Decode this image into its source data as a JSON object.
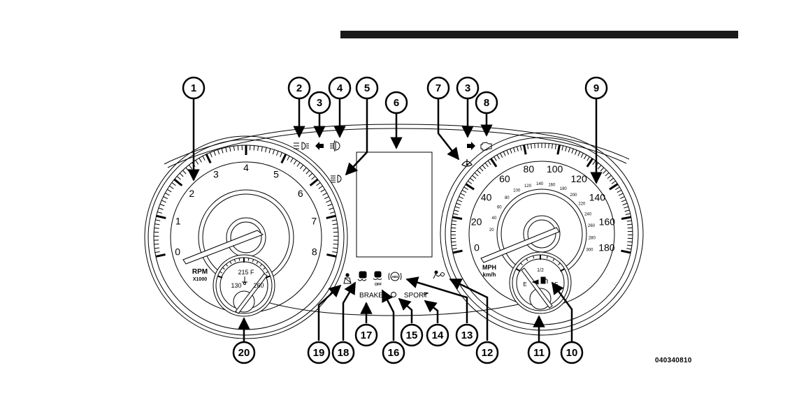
{
  "callouts": [
    "1",
    "2",
    "3",
    "4",
    "5",
    "6",
    "7",
    "3",
    "8",
    "9",
    "20",
    "19",
    "18",
    "17",
    "16",
    "15",
    "14",
    "13",
    "12",
    "11",
    "10"
  ],
  "tach": {
    "ticks": [
      "0",
      "1",
      "2",
      "3",
      "4",
      "5",
      "6",
      "7",
      "8"
    ],
    "unit": "RPM",
    "multiplier": "X1000"
  },
  "temp_gauge": {
    "low": "130",
    "mid": "215 F",
    "high": "260"
  },
  "speedo": {
    "mph_ticks": [
      "0",
      "20",
      "40",
      "60",
      "80",
      "100",
      "120",
      "140",
      "160",
      "180"
    ],
    "kmh_ticks": [
      "20",
      "40",
      "60",
      "80",
      "100",
      "120",
      "140",
      "160",
      "180",
      "200",
      "220",
      "240",
      "260",
      "280",
      "300"
    ],
    "unit_mph": "MPH",
    "unit_kmh": "km/h"
  },
  "fuel_gauge": {
    "empty": "E",
    "half": "1/2",
    "full": "F"
  },
  "indicators": {
    "brake": "BRAKE",
    "sport": "SPORT",
    "off": "OFF",
    "abs": "ABS"
  },
  "figure_id": "040340810"
}
